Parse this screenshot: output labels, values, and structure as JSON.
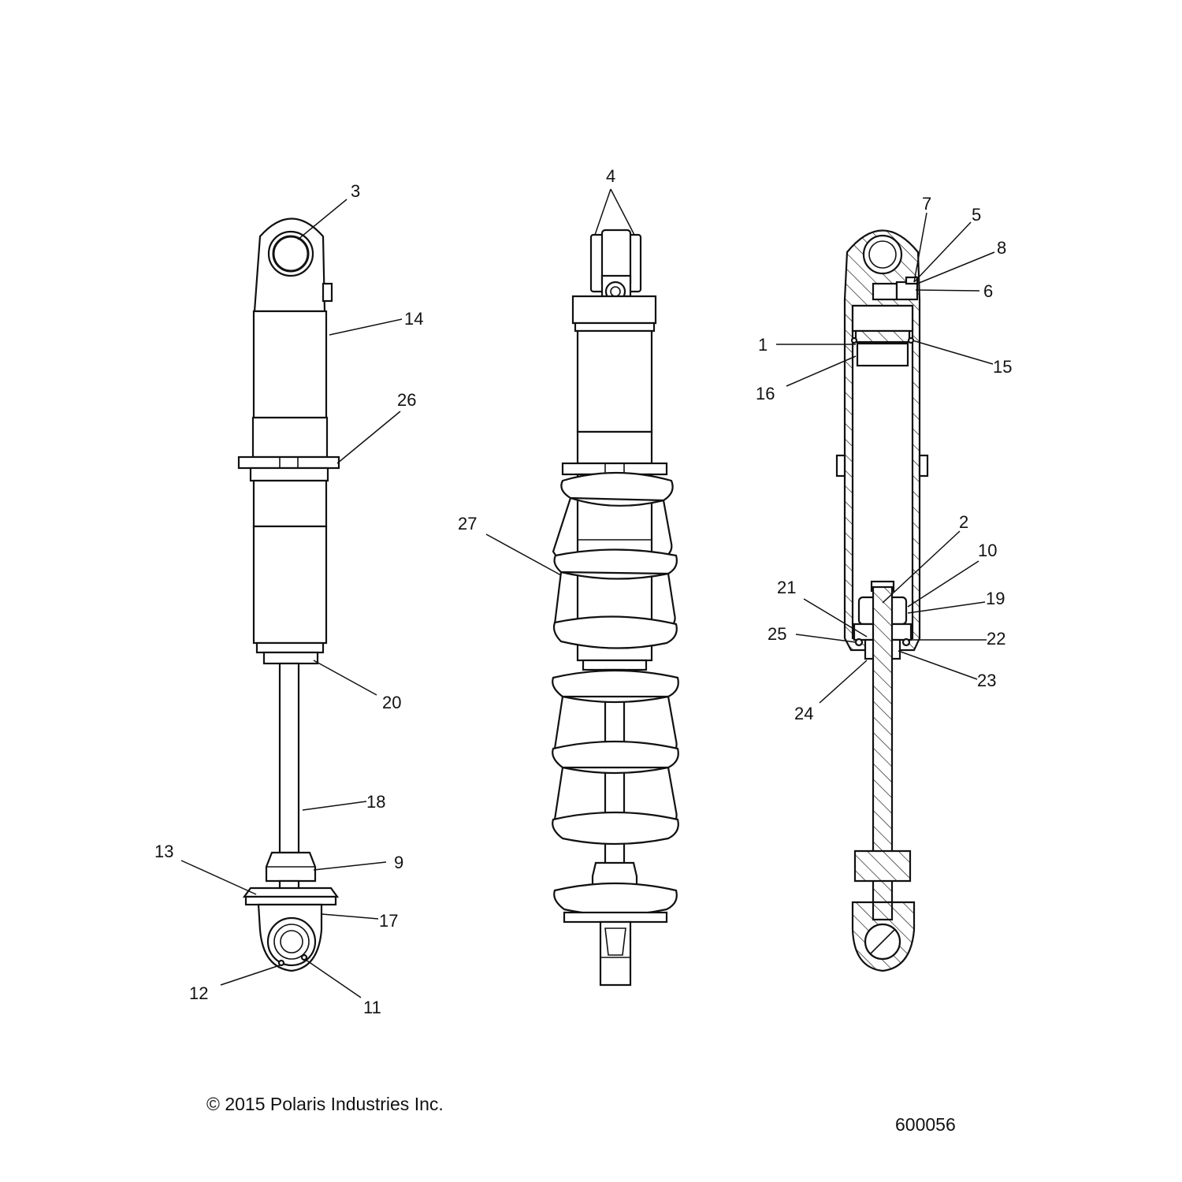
{
  "diagram": {
    "callouts": {
      "c1": "1",
      "c2": "2",
      "c3": "3",
      "c4": "4",
      "c5": "5",
      "c6": "6",
      "c7": "7",
      "c8": "8",
      "c9": "9",
      "c10": "10",
      "c11": "11",
      "c12": "12",
      "c13": "13",
      "c14": "14",
      "c15": "15",
      "c16": "16",
      "c17": "17",
      "c18": "18",
      "c19": "19",
      "c20": "20",
      "c21": "21",
      "c22": "22",
      "c23": "23",
      "c24": "24",
      "c25": "25",
      "c26": "26",
      "c27": "27"
    }
  },
  "footer": {
    "copyright": "© 2015 Polaris Industries Inc.",
    "diagram_number": "600056"
  }
}
